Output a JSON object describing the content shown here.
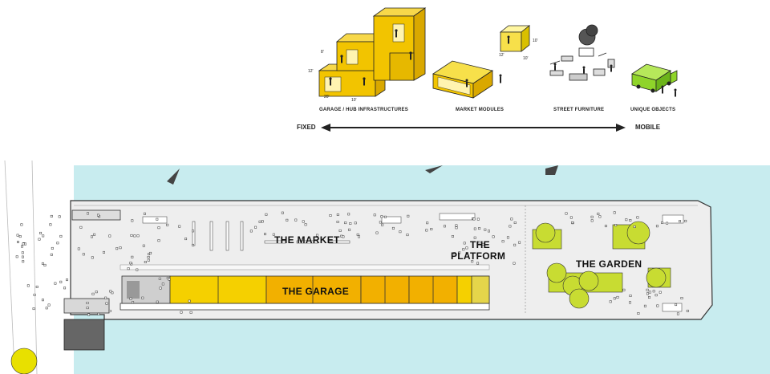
{
  "top_diagram": {
    "captions": [
      "GARAGE / HUB INFRASTRUCTURES",
      "MARKET MODULES",
      "STREET FURNITURE",
      "UNIQUE OBJECTS"
    ],
    "dimensions": {
      "hub_top": "8'",
      "hub_height": "12'",
      "hub_depth": "20'",
      "hub_width": "10'",
      "module_height": "10'",
      "module_width": "12'",
      "module_depth": "10'"
    },
    "scale": {
      "left": "FIXED",
      "right": "MOBILE"
    }
  },
  "plan": {
    "zones": {
      "market": "THE MARKET",
      "platform_line1": "THE",
      "platform_line2": "PLATFORM",
      "garage": "THE GARAGE",
      "garden": "THE GARDEN"
    }
  },
  "colors": {
    "water": "#c8ecef",
    "pier": "#eeeeee",
    "module_yellow": "#f2c400",
    "garage_yellow": "#f5d000",
    "garage_orange": "#f2b000",
    "garden_green": "#c8dc32",
    "truck_green": "#8fd42a"
  }
}
